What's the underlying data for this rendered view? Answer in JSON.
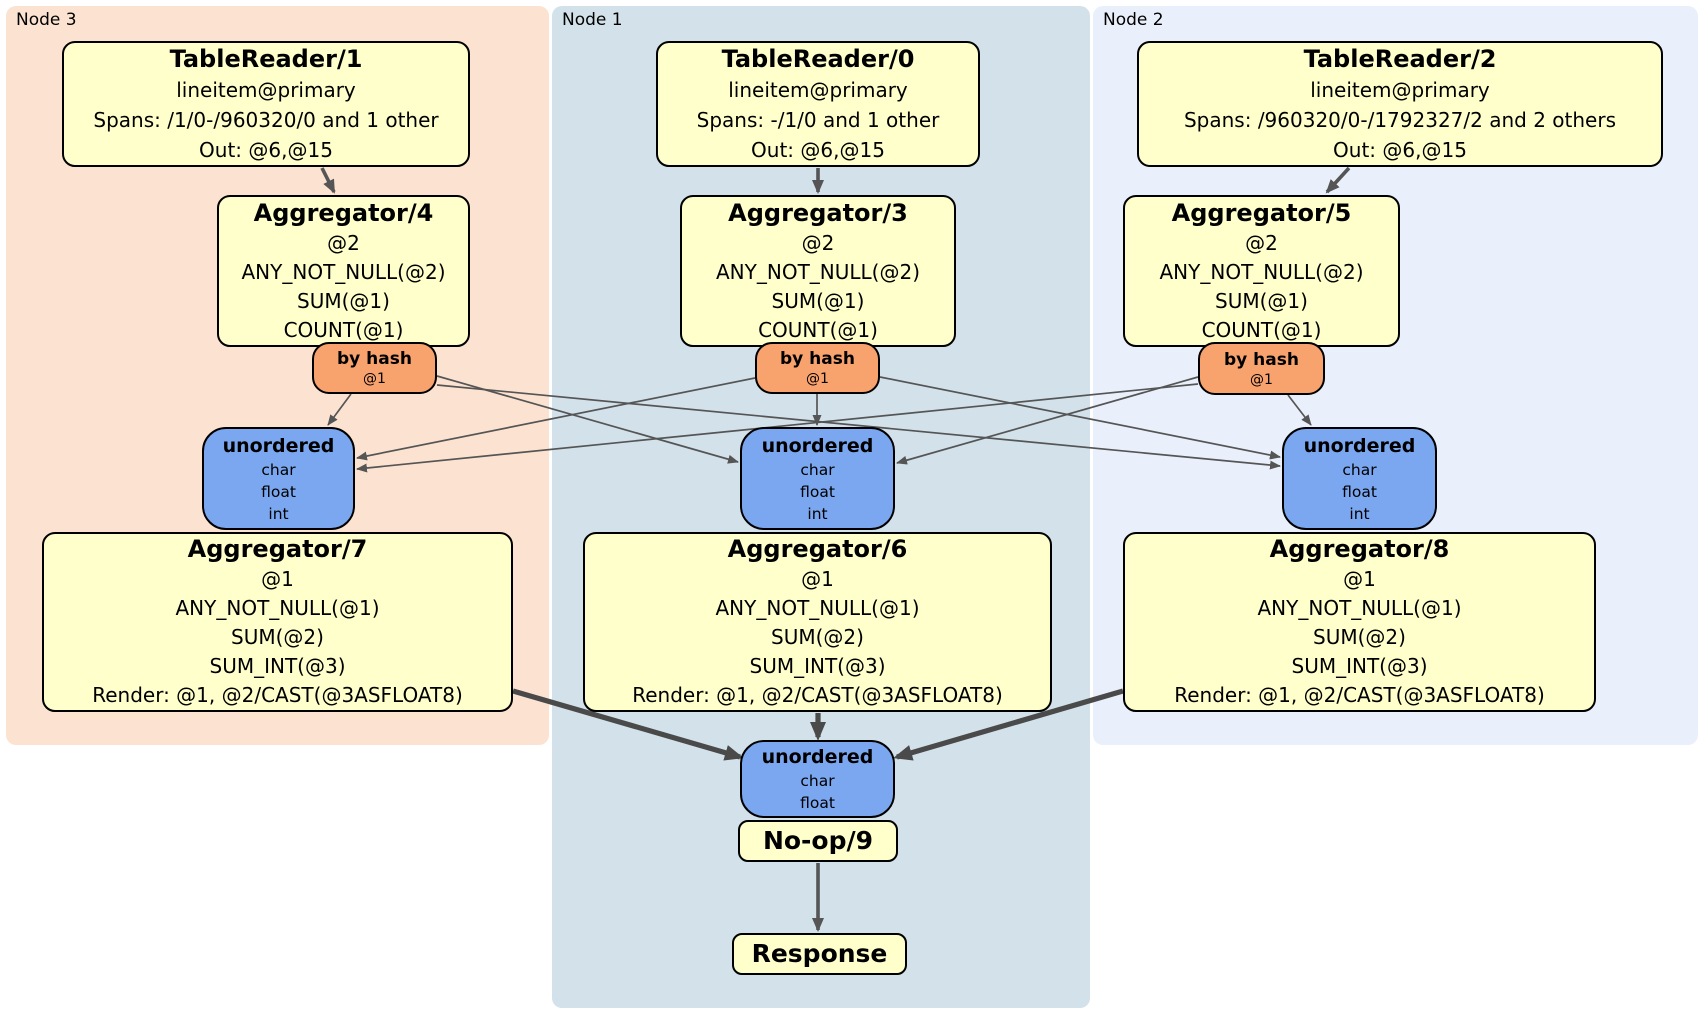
{
  "colors": {
    "node3-bg": "#fce3d1",
    "node1-bg": "#d2e1ea",
    "node2-bg": "#eaf0fb",
    "box-fill": "#ffffcc",
    "router-fill": "#f8a26e",
    "sync-fill": "#7aa7f0",
    "edge": "#555555",
    "edge-thick": "#4a4a4a"
  },
  "nodes": [
    {
      "label": "Node 3",
      "table_reader": {
        "title": "TableReader/1",
        "lines": [
          "lineitem@primary",
          "Spans: /1/0-/960320/0 and 1 other",
          "Out: @6,@15"
        ]
      },
      "aggregator_top": {
        "title": "Aggregator/4",
        "lines": [
          "@2",
          "ANY_NOT_NULL(@2)",
          "SUM(@1)",
          "COUNT(@1)"
        ]
      },
      "router": {
        "title": "by hash",
        "key": "@1"
      },
      "sync": {
        "title": "unordered",
        "lines": [
          "char",
          "float",
          "int"
        ]
      },
      "aggregator_bottom": {
        "title": "Aggregator/7",
        "lines": [
          "@1",
          "ANY_NOT_NULL(@1)",
          "SUM(@2)",
          "SUM_INT(@3)",
          "Render: @1, @2/CAST(@3ASFLOAT8)"
        ]
      }
    },
    {
      "label": "Node 1",
      "table_reader": {
        "title": "TableReader/0",
        "lines": [
          "lineitem@primary",
          "Spans: -/1/0 and 1 other",
          "Out: @6,@15"
        ]
      },
      "aggregator_top": {
        "title": "Aggregator/3",
        "lines": [
          "@2",
          "ANY_NOT_NULL(@2)",
          "SUM(@1)",
          "COUNT(@1)"
        ]
      },
      "router": {
        "title": "by hash",
        "key": "@1"
      },
      "sync": {
        "title": "unordered",
        "lines": [
          "char",
          "float",
          "int"
        ]
      },
      "aggregator_bottom": {
        "title": "Aggregator/6",
        "lines": [
          "@1",
          "ANY_NOT_NULL(@1)",
          "SUM(@2)",
          "SUM_INT(@3)",
          "Render: @1, @2/CAST(@3ASFLOAT8)"
        ]
      }
    },
    {
      "label": "Node 2",
      "table_reader": {
        "title": "TableReader/2",
        "lines": [
          "lineitem@primary",
          "Spans: /960320/0-/1792327/2 and 2 others",
          "Out: @6,@15"
        ]
      },
      "aggregator_top": {
        "title": "Aggregator/5",
        "lines": [
          "@2",
          "ANY_NOT_NULL(@2)",
          "SUM(@1)",
          "COUNT(@1)"
        ]
      },
      "router": {
        "title": "by hash",
        "key": "@1"
      },
      "sync": {
        "title": "unordered",
        "lines": [
          "char",
          "float",
          "int"
        ]
      },
      "aggregator_bottom": {
        "title": "Aggregator/8",
        "lines": [
          "@1",
          "ANY_NOT_NULL(@1)",
          "SUM(@2)",
          "SUM_INT(@3)",
          "Render: @1, @2/CAST(@3ASFLOAT8)"
        ]
      }
    }
  ],
  "final": {
    "sync": {
      "title": "unordered",
      "lines": [
        "char",
        "float"
      ]
    },
    "noop": {
      "title": "No-op/9"
    },
    "response": {
      "title": "Response"
    }
  }
}
